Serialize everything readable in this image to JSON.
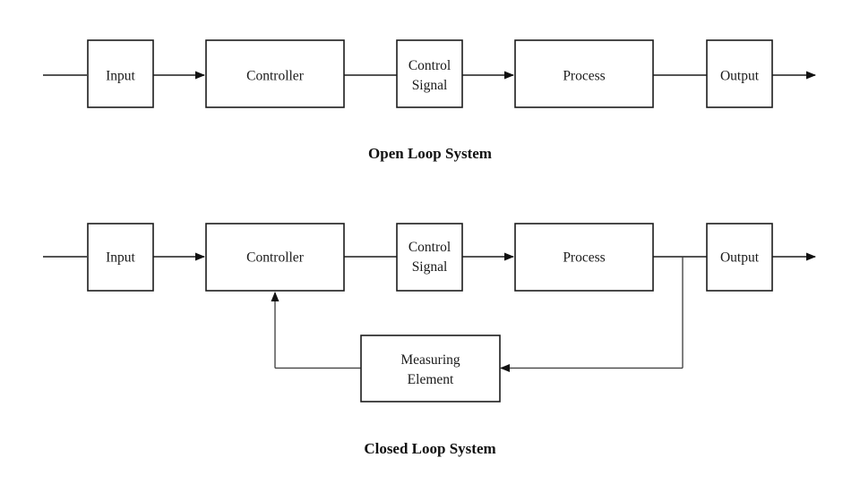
{
  "diagram": {
    "background_color": "#ffffff",
    "line_color": "#1c1c1c",
    "text_color": "#1a1a1a",
    "open_loop": {
      "title": "Open Loop System",
      "blocks": {
        "input": "Input",
        "controller": "Controller",
        "control_signal": {
          "line1": "Control",
          "line2": "Signal"
        },
        "process": "Process",
        "output": "Output"
      }
    },
    "closed_loop": {
      "title": "Closed Loop System",
      "blocks": {
        "input": "Input",
        "controller": "Controller",
        "control_signal": {
          "line1": "Control",
          "line2": "Signal"
        },
        "process": "Process",
        "output": "Output",
        "measuring_element": {
          "line1": "Measuring",
          "line2": "Element"
        }
      }
    }
  }
}
